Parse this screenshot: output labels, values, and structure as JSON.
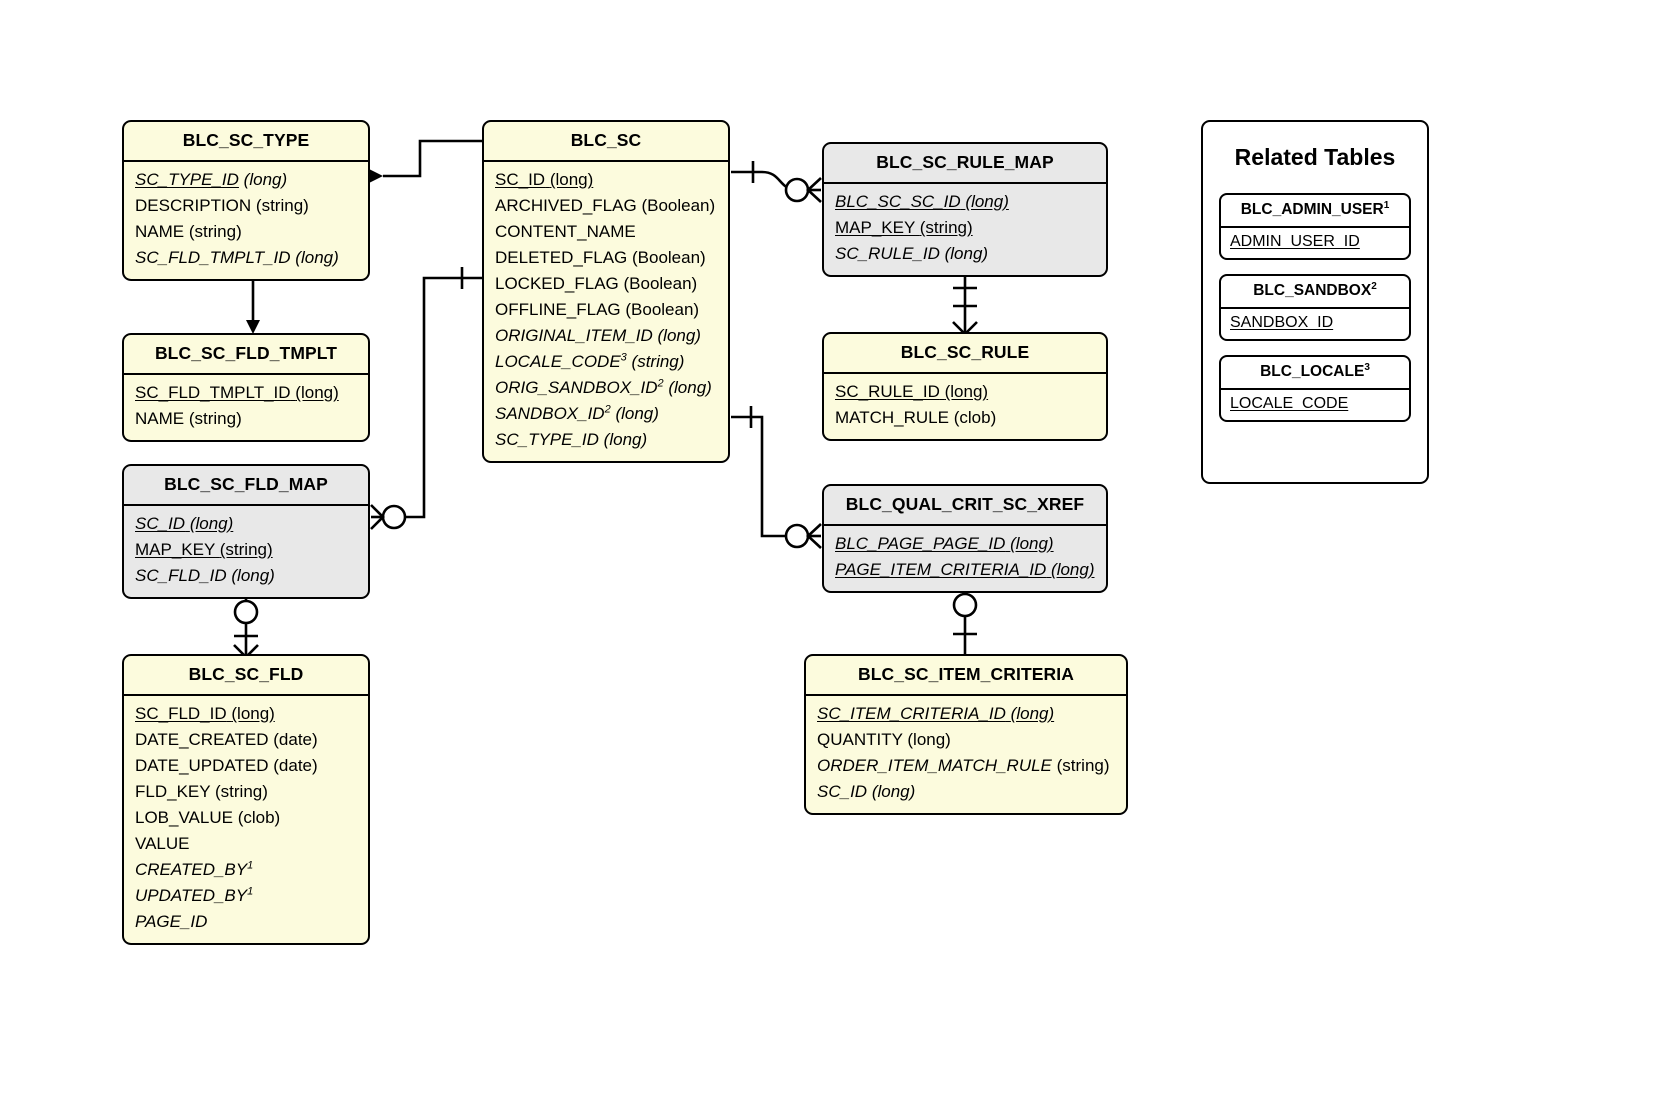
{
  "diagram": {
    "kind": "entity-relationship-diagram",
    "notation": "crows-foot",
    "colors": {
      "entity_fill": "#FCFBDD",
      "link_entity_fill": "#E8E8E8",
      "panel_fill": "#FFFFFF",
      "stroke": "#000000"
    }
  },
  "entities": [
    {
      "id": "blc_sc_type",
      "name": "BLC_SC_TYPE",
      "style": "yellow",
      "attributes": [
        {
          "name": "SC_TYPE_ID",
          "type": "(long)",
          "pk": true,
          "fk": true
        },
        {
          "name": "DESCRIPTION",
          "type": "(string)",
          "pk": false,
          "fk": false
        },
        {
          "name": "NAME",
          "type": "(string)",
          "pk": false,
          "fk": false
        },
        {
          "name": "SC_FLD_TMPLT_ID",
          "type": "(long)",
          "pk": false,
          "fk": true
        }
      ]
    },
    {
      "id": "blc_sc_fld_tmplt",
      "name": "BLC_SC_FLD_TMPLT",
      "style": "yellow",
      "attributes": [
        {
          "name": "SC_FLD_TMPLT_ID",
          "type": "(long)",
          "pk": true,
          "fk": false
        },
        {
          "name": "NAME",
          "type": "(string)",
          "pk": false,
          "fk": false
        }
      ]
    },
    {
      "id": "blc_sc_fld_map",
      "name": "BLC_SC_FLD_MAP",
      "style": "gray",
      "attributes": [
        {
          "name": "SC_ID",
          "type": "(long)",
          "pk": true,
          "fk": true
        },
        {
          "name": "MAP_KEY",
          "type": "(string)",
          "pk": true,
          "fk": false
        },
        {
          "name": "SC_FLD_ID",
          "type": "(long)",
          "pk": false,
          "fk": true
        }
      ]
    },
    {
      "id": "blc_sc_fld",
      "name": "BLC_SC_FLD",
      "style": "yellow",
      "attributes": [
        {
          "name": "SC_FLD_ID",
          "type": "(long)",
          "pk": true,
          "fk": false
        },
        {
          "name": "DATE_CREATED",
          "type": "(date)",
          "pk": false,
          "fk": false
        },
        {
          "name": "DATE_UPDATED",
          "type": "(date)",
          "pk": false,
          "fk": false
        },
        {
          "name": "FLD_KEY",
          "type": "(string)",
          "pk": false,
          "fk": false
        },
        {
          "name": "LOB_VALUE",
          "type": "(clob)",
          "pk": false,
          "fk": false
        },
        {
          "name": "VALUE",
          "type": "",
          "pk": false,
          "fk": false
        },
        {
          "name": "CREATED_BY",
          "type": "",
          "pk": false,
          "fk": true,
          "sup": "1"
        },
        {
          "name": "UPDATED_BY",
          "type": "",
          "pk": false,
          "fk": true,
          "sup": "1"
        },
        {
          "name": "PAGE_ID",
          "type": "",
          "pk": false,
          "fk": true
        }
      ]
    },
    {
      "id": "blc_sc",
      "name": "BLC_SC",
      "style": "yellow",
      "attributes": [
        {
          "name": "SC_ID",
          "type": "(long)",
          "pk": true,
          "fk": false
        },
        {
          "name": "ARCHIVED_FLAG",
          "type": "(Boolean)",
          "pk": false,
          "fk": false
        },
        {
          "name": "CONTENT_NAME",
          "type": "",
          "pk": false,
          "fk": false
        },
        {
          "name": "DELETED_FLAG",
          "type": "(Boolean)",
          "pk": false,
          "fk": false
        },
        {
          "name": "LOCKED_FLAG",
          "type": "(Boolean)",
          "pk": false,
          "fk": false
        },
        {
          "name": "OFFLINE_FLAG",
          "type": "(Boolean)",
          "pk": false,
          "fk": false
        },
        {
          "name": "ORIGINAL_ITEM_ID",
          "type": "(long)",
          "pk": false,
          "fk": true
        },
        {
          "name": "LOCALE_CODE",
          "type": "(string)",
          "pk": false,
          "fk": true,
          "sup": "3"
        },
        {
          "name": "ORIG_SANDBOX_ID",
          "type": "(long)",
          "pk": false,
          "fk": true,
          "sup": "2"
        },
        {
          "name": "SANDBOX_ID",
          "type": "(long)",
          "pk": false,
          "fk": true,
          "sup": "2"
        },
        {
          "name": "SC_TYPE_ID",
          "type": "(long)",
          "pk": false,
          "fk": true
        }
      ]
    },
    {
      "id": "blc_sc_rule_map",
      "name": "BLC_SC_RULE_MAP",
      "style": "gray",
      "attributes": [
        {
          "name": "BLC_SC_SC_ID",
          "type": "(long)",
          "pk": true,
          "fk": true
        },
        {
          "name": "MAP_KEY",
          "type": "(string)",
          "pk": true,
          "fk": false
        },
        {
          "name": "SC_RULE_ID",
          "type": "(long)",
          "pk": false,
          "fk": true
        }
      ]
    },
    {
      "id": "blc_sc_rule",
      "name": "BLC_SC_RULE",
      "style": "yellow",
      "attributes": [
        {
          "name": "SC_RULE_ID",
          "type": "(long)",
          "pk": true,
          "fk": false
        },
        {
          "name": "MATCH_RULE",
          "type": "(clob)",
          "pk": false,
          "fk": false
        }
      ]
    },
    {
      "id": "blc_qual_crit_sc_xref",
      "name": "BLC_QUAL_CRIT_SC_XREF",
      "style": "gray",
      "attributes": [
        {
          "name": "BLC_PAGE_PAGE_ID",
          "type": "(long)",
          "pk": true,
          "fk": true
        },
        {
          "name": "PAGE_ITEM_CRITERIA_ID",
          "type": "(long)",
          "pk": true,
          "fk": true
        }
      ]
    },
    {
      "id": "blc_sc_item_criteria",
      "name": "BLC_SC_ITEM_CRITERIA",
      "style": "yellow",
      "attributes": [
        {
          "name": "SC_ITEM_CRITERIA_ID",
          "type": "(long)",
          "pk": true,
          "fk": true
        },
        {
          "name": "QUANTITY",
          "type": "(long)",
          "pk": false,
          "fk": false
        },
        {
          "name": "ORDER_ITEM_MATCH_RULE",
          "type": "(string)",
          "pk": false,
          "fk": true
        },
        {
          "name": "SC_ID",
          "type": "(long)",
          "pk": false,
          "fk": true
        }
      ]
    }
  ],
  "related_panel": {
    "title": "Related Tables",
    "tables": [
      {
        "name": "BLC_ADMIN_USER",
        "sup": "1",
        "attribute": "ADMIN_USER_ID"
      },
      {
        "name": "BLC_SANDBOX",
        "sup": "2",
        "attribute": "SANDBOX_ID"
      },
      {
        "name": "BLC_LOCALE",
        "sup": "3",
        "attribute": "LOCALE_CODE"
      }
    ]
  },
  "relationships": [
    {
      "from": "BLC_SC",
      "to": "BLC_SC_TYPE",
      "type": "arrow"
    },
    {
      "from": "BLC_SC_TYPE",
      "to": "BLC_SC_FLD_TMPLT",
      "type": "arrow"
    },
    {
      "from": "BLC_SC",
      "to": "BLC_SC_RULE_MAP",
      "type": "one-to-many-optional"
    },
    {
      "from": "BLC_SC_RULE_MAP",
      "to": "BLC_SC_RULE",
      "type": "many-to-one"
    },
    {
      "from": "BLC_SC",
      "to": "BLC_SC_FLD_MAP",
      "type": "one-to-many-optional"
    },
    {
      "from": "BLC_SC_FLD_MAP",
      "to": "BLC_SC_FLD",
      "type": "many-to-one-optional"
    },
    {
      "from": "BLC_SC",
      "to": "BLC_QUAL_CRIT_SC_XREF",
      "type": "one-to-many-optional"
    },
    {
      "from": "BLC_QUAL_CRIT_SC_XREF",
      "to": "BLC_SC_ITEM_CRITERIA",
      "type": "many-to-one-optional"
    }
  ]
}
